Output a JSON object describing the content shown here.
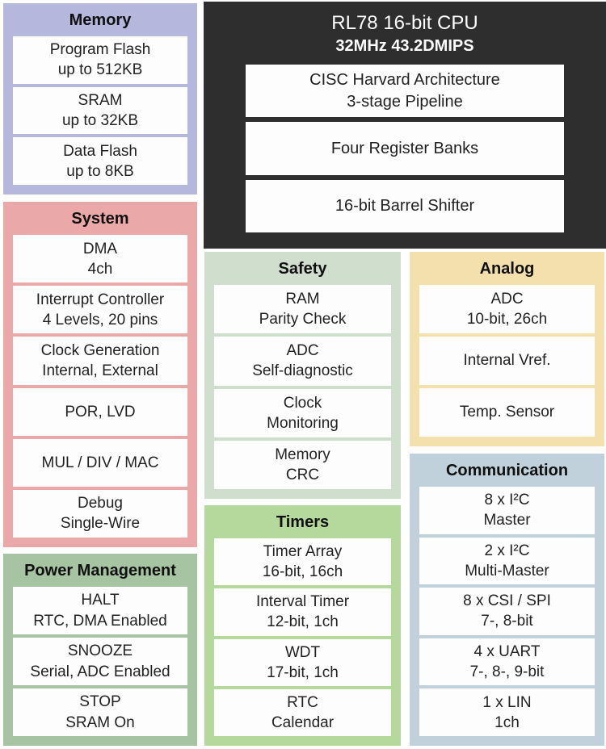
{
  "cpu": {
    "title": "RL78 16-bit CPU",
    "subtitle": "32MHz 43.2DMIPS",
    "color": "#2e2e2e",
    "items": [
      {
        "line1": "CISC Harvard Architecture",
        "line2": "3-stage Pipeline"
      },
      {
        "line1": "Four Register Banks"
      },
      {
        "line1": "16-bit Barrel Shifter"
      }
    ]
  },
  "memory": {
    "title": "Memory",
    "color": "#b5b7dd",
    "items": [
      {
        "line1": "Program Flash",
        "line2": "up to 512KB"
      },
      {
        "line1": "SRAM",
        "line2": "up to 32KB"
      },
      {
        "line1": "Data Flash",
        "line2": "up to 8KB"
      }
    ]
  },
  "system": {
    "title": "System",
    "color": "#eaa8a8",
    "items": [
      {
        "line1": "DMA",
        "line2": "4ch"
      },
      {
        "line1": "Interrupt Controller",
        "line2": "4 Levels, 20 pins"
      },
      {
        "line1": "Clock Generation",
        "line2": "Internal, External"
      },
      {
        "line1": "POR, LVD"
      },
      {
        "line1": "MUL / DIV / MAC"
      },
      {
        "line1": "Debug",
        "line2": "Single-Wire"
      }
    ]
  },
  "power": {
    "title": "Power Management",
    "color": "#a6c3a2",
    "items": [
      {
        "line1": "HALT",
        "line2": "RTC, DMA Enabled"
      },
      {
        "line1": "SNOOZE",
        "line2": "Serial, ADC Enabled"
      },
      {
        "line1": "STOP",
        "line2": "SRAM On"
      }
    ]
  },
  "safety": {
    "title": "Safety",
    "color": "#d0decd",
    "items": [
      {
        "line1": "RAM",
        "line2": "Parity Check"
      },
      {
        "line1": "ADC",
        "line2": "Self-diagnostic"
      },
      {
        "line1": "Clock",
        "line2": "Monitoring"
      },
      {
        "line1": "Memory",
        "line2": "CRC"
      }
    ]
  },
  "timers": {
    "title": "Timers",
    "color": "#b5d89d",
    "items": [
      {
        "line1": "Timer Array",
        "line2": "16-bit, 16ch"
      },
      {
        "line1": "Interval Timer",
        "line2": "12-bit, 1ch"
      },
      {
        "line1": "WDT",
        "line2": "17-bit, 1ch"
      },
      {
        "line1": "RTC",
        "line2": "Calendar"
      }
    ]
  },
  "analog": {
    "title": "Analog",
    "color": "#f3e0ac",
    "items": [
      {
        "line1": "ADC",
        "line2": "10-bit, 26ch"
      },
      {
        "line1": "Internal Vref."
      },
      {
        "line1": "Temp. Sensor"
      }
    ]
  },
  "communication": {
    "title": "Communication",
    "color": "#c0d1dc",
    "items": [
      {
        "line1": "8 x I²C",
        "line2": "Master"
      },
      {
        "line1": "2 x I²C",
        "line2": "Multi-Master"
      },
      {
        "line1": "8 x CSI / SPI",
        "line2": "7-, 8-bit"
      },
      {
        "line1": "4 x UART",
        "line2": "7-, 8-, 9-bit"
      },
      {
        "line1": "1 x LIN",
        "line2": "1ch"
      }
    ]
  }
}
